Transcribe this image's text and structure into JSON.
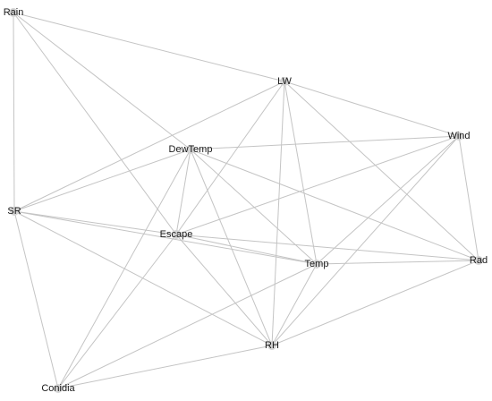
{
  "graph": {
    "nodes": [
      {
        "id": "rain",
        "label": "Rain"
      },
      {
        "id": "lw",
        "label": "LW"
      },
      {
        "id": "wind",
        "label": "Wind"
      },
      {
        "id": "dewtemp",
        "label": "DewTemp"
      },
      {
        "id": "sr",
        "label": "SR"
      },
      {
        "id": "escape",
        "label": "Escape"
      },
      {
        "id": "temp",
        "label": "Temp"
      },
      {
        "id": "rad",
        "label": "Rad"
      },
      {
        "id": "rh",
        "label": "RH"
      },
      {
        "id": "conidia",
        "label": "Conidia"
      }
    ],
    "edges": [
      [
        "rain",
        "lw"
      ],
      [
        "rain",
        "sr"
      ],
      [
        "rain",
        "dewtemp"
      ],
      [
        "rain",
        "escape"
      ],
      [
        "lw",
        "wind"
      ],
      [
        "lw",
        "sr"
      ],
      [
        "lw",
        "escape"
      ],
      [
        "lw",
        "temp"
      ],
      [
        "lw",
        "rh"
      ],
      [
        "lw",
        "rad"
      ],
      [
        "wind",
        "dewtemp"
      ],
      [
        "wind",
        "escape"
      ],
      [
        "wind",
        "rad"
      ],
      [
        "wind",
        "temp"
      ],
      [
        "wind",
        "rh"
      ],
      [
        "dewtemp",
        "sr"
      ],
      [
        "dewtemp",
        "escape"
      ],
      [
        "dewtemp",
        "temp"
      ],
      [
        "dewtemp",
        "rh"
      ],
      [
        "dewtemp",
        "rad"
      ],
      [
        "dewtemp",
        "conidia"
      ],
      [
        "sr",
        "escape"
      ],
      [
        "sr",
        "temp"
      ],
      [
        "sr",
        "rh"
      ],
      [
        "sr",
        "conidia"
      ],
      [
        "escape",
        "temp"
      ],
      [
        "escape",
        "rad"
      ],
      [
        "escape",
        "rh"
      ],
      [
        "escape",
        "conidia"
      ],
      [
        "temp",
        "rad"
      ],
      [
        "temp",
        "rh"
      ],
      [
        "temp",
        "conidia"
      ],
      [
        "rad",
        "rh"
      ],
      [
        "rh",
        "conidia"
      ]
    ]
  }
}
